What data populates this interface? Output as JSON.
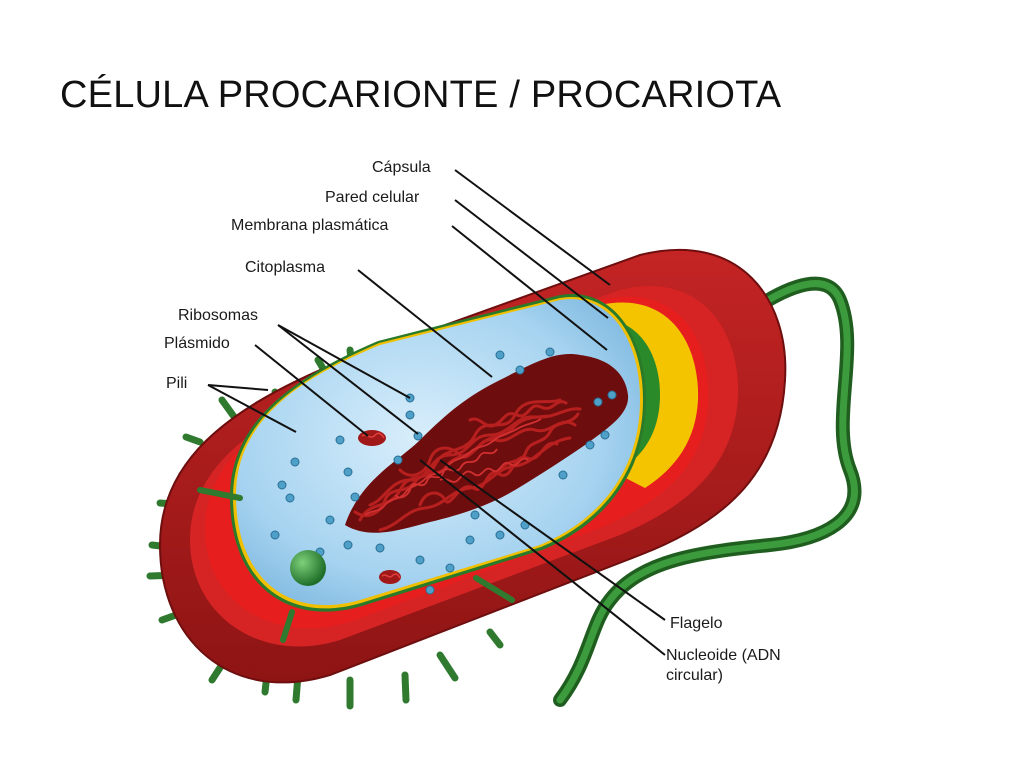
{
  "title": "CÉLULA PROCARIONTE / PROCARIOTA",
  "labels": {
    "capsula": "Cápsula",
    "pared_celular": "Pared celular",
    "membrana": "Membrana plasmática",
    "citoplasma": "Citoplasma",
    "ribosomas": "Ribosomas",
    "plasmido": "Plásmido",
    "pili": "Pili",
    "flagelo": "Flagelo",
    "nucleoide_line1": "Nucleoide (ADN",
    "nucleoide_line2": "circular)"
  },
  "colors": {
    "capsule": "#a51c1c",
    "capsule_dark": "#7a1010",
    "cell_wall": "#e21c1c",
    "membrane_yellow": "#f5c400",
    "membrane_green": "#2a8a2a",
    "cytoplasm": "#a9d6f2",
    "nucleoid": "#8a1010",
    "pili": "#3f8f3a",
    "flagellum": "#2d7a2d"
  }
}
